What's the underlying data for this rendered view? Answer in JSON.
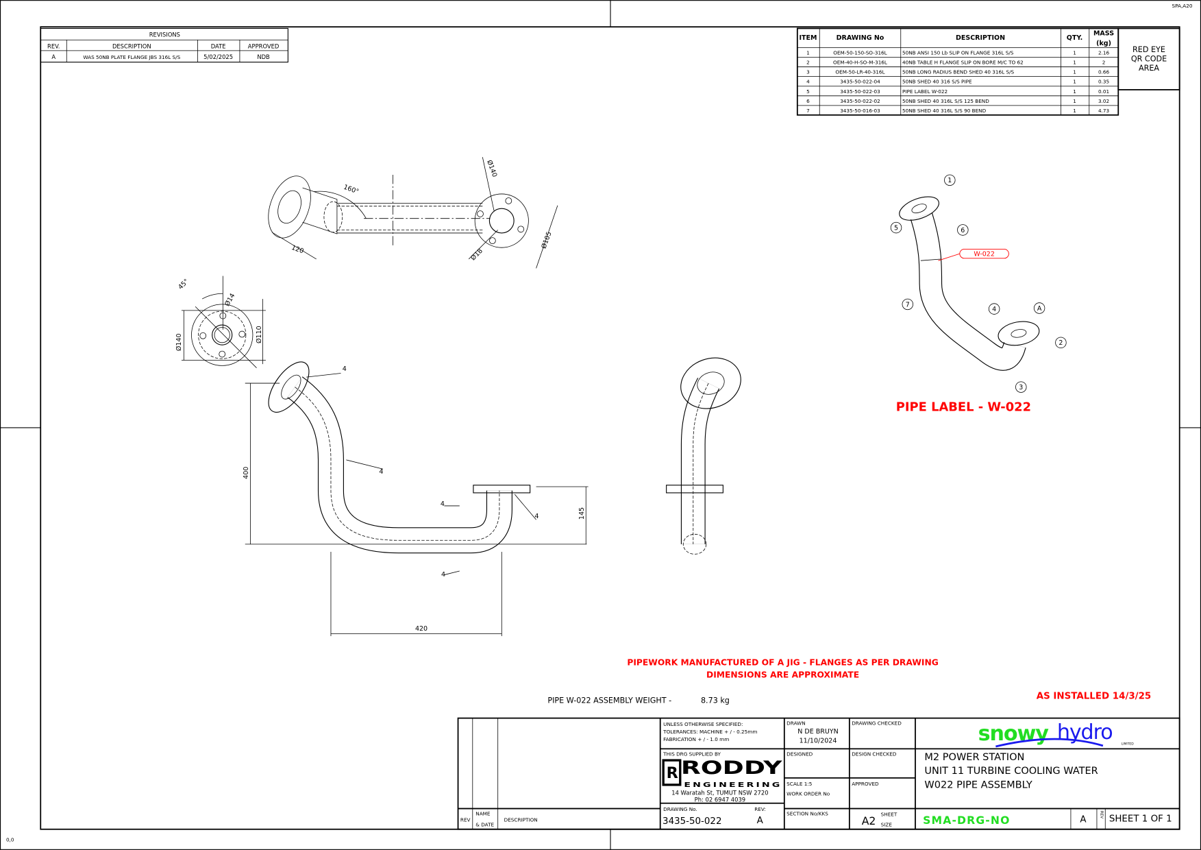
{
  "corner_top": "SPA,A20",
  "corner_bottom": "0,0",
  "revisions": {
    "title": "REVISIONS",
    "headers": [
      "REV.",
      "DESCRIPTION",
      "DATE",
      "APPROVED"
    ],
    "rows": [
      [
        "A",
        "WAS 50NB PLATE FLANGE JBS 316L S/S",
        "5/02/2025",
        "NDB"
      ]
    ]
  },
  "bom": {
    "headers": [
      "ITEM",
      "DRAWING No",
      "DESCRIPTION",
      "QTY.",
      "MASS",
      "(kg)"
    ],
    "rows": [
      [
        "1",
        "OEM-50-150-SO-316L",
        "50NB ANSI 150 Lb SLIP ON  FLANGE 316L S/S",
        "1",
        "2.16"
      ],
      [
        "2",
        "OEM-40-H-SO-M-316L",
        "40NB TABLE H FLANGE SLIP ON BORE M/C TO 62",
        "1",
        "2"
      ],
      [
        "3",
        "OEM-50-LR-40-316L",
        "50NB LONG RADIUS BEND SHED 40 316L S/S",
        "1",
        "0.66"
      ],
      [
        "4",
        "3435-50-022-04",
        "50NB SHED 40 316 S/S PIPE",
        "1",
        "0.35"
      ],
      [
        "5",
        "3435-50-022-03",
        "PIPE LABEL W-022",
        "1",
        "0.01"
      ],
      [
        "6",
        "3435-50-022-02",
        "50NB SHED 40 316L S/S 125 BEND",
        "1",
        "3.02"
      ],
      [
        "7",
        "3435-50-016-03",
        "50NB SHED 40 316L S/S 90 BEND",
        "1",
        "4.73"
      ]
    ],
    "qr_area": [
      "RED EYE",
      "QR CODE",
      "AREA"
    ]
  },
  "drawing": {
    "dims": {
      "top_angle": "160°",
      "top_len": "120",
      "top_d140": "Ø140",
      "top_d105": "Ø105",
      "top_d18": "Ø18",
      "sec_angle": "45°",
      "sec_d14": "Ø14",
      "sec_d140": "Ø140",
      "sec_d110": "Ø110",
      "front_400": "400",
      "front_420": "420",
      "front_145": "145",
      "weld": "4"
    },
    "balloons": [
      "1",
      "2",
      "3",
      "4",
      "5",
      "6",
      "7",
      "A"
    ],
    "iso_label": "W-022",
    "pipe_label_title": "PIPE LABEL - W-022"
  },
  "notes": {
    "jig_line1": "PIPEWORK MANUFACTURED OF A JIG - FLANGES AS PER DRAWING",
    "jig_line2": "DIMENSIONS ARE APPROXIMATE",
    "as_installed": "AS INSTALLED 14/3/25",
    "weight_label": "PIPE W-022 ASSEMBLY WEIGHT -",
    "weight_value": "8.73 kg"
  },
  "title_block": {
    "rev_label": "REV",
    "name_label": "NAME",
    "date_label": "& DATE",
    "desc_label": "DESCRIPTION",
    "tol1": "UNLESS OTHERWISE SPECIFIED:",
    "tol2": "TOLERANCES: MACHINE + / - 0.25mm",
    "tol3": "FABRICATION + / - 1.0 mm",
    "supplied_by": "THIS DRG SUPPLIED BY",
    "roddy": "RODDY",
    "roddy_r": "R",
    "engineering": "ENGINEERING",
    "address": "14 Waratah St, TUMUT NSW 2720",
    "phone": "Ph: 02 6947 4039",
    "drawing_no_label": "DRAWING No.",
    "drawing_no": "3435-50-022",
    "rev_small_label": "REV:",
    "rev": "A",
    "drawn_label": "DRAWN",
    "drawn_by": "N DE BRUYN",
    "drawn_date": "11/10/2024",
    "drawing_checked": "DRAWING CHECKED",
    "designed": "DESIGNED",
    "design_checked": "DESIGN CHECKED",
    "scale": "SCALE  1:5",
    "work_order": "WORK ORDER No",
    "approved": "APPROVED",
    "section": "SECTION No/KKS",
    "sheet_size": "A2",
    "sheet_label": "SHEET",
    "size_label": "SIZE",
    "logo_snowy": "snowy",
    "logo_hydro": "hydro",
    "logo_ltd": "LIMITED",
    "title1": "M2 POWER STATION",
    "title2": "UNIT 11 TURBINE COOLING WATER",
    "title3": "W022 PIPE ASSEMBLY",
    "sma": "SMA-DRG-NO",
    "rev_box": "A",
    "rev_vert": "REV",
    "sheet": "SHEET 1 OF 1",
    "colors": {
      "green": "#22dd22",
      "blue": "#1a1aee",
      "red": "#ff0000"
    }
  }
}
